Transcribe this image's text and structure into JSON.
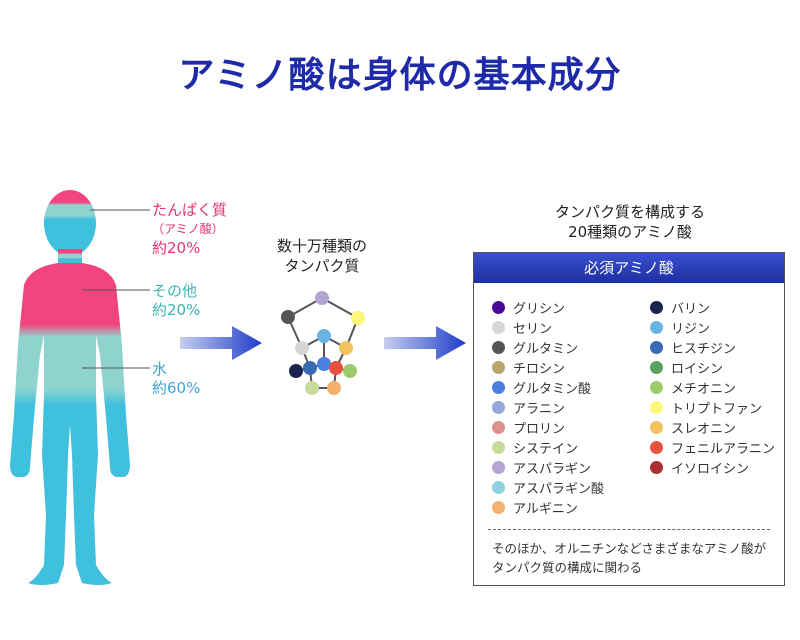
{
  "title": "アミノ酸は身体の基本成分",
  "colors": {
    "title": "#1e2aa8",
    "protein": "#e8326e",
    "other": "#3cb6b4",
    "water": "#3aa6d8",
    "arrow": "#1e3cc8",
    "body_top": "#f2447e",
    "body_mid": "#8fd3cf",
    "body_bottom": "#3fc0dc"
  },
  "body_labels": {
    "protein": {
      "name": "たんぱく質",
      "sub": "（アミノ酸）",
      "pct": "約20%"
    },
    "other": {
      "name": "その他",
      "pct": "約20%"
    },
    "water": {
      "name": "水",
      "pct": "約60%"
    }
  },
  "middle": {
    "line1": "数十万種類の",
    "line2": "タンパク質"
  },
  "right_heading": {
    "line1": "タンパク質を構成する",
    "line2": "20種類のアミノ酸"
  },
  "panel": {
    "header": "必須アミノ酸",
    "left_column": [
      {
        "name": "グリシン",
        "color": "#4a0a96"
      },
      {
        "name": "セリン",
        "color": "#d6d6d6"
      },
      {
        "name": "グルタミン",
        "color": "#555555"
      },
      {
        "name": "チロシン",
        "color": "#b9a46a"
      },
      {
        "name": "グルタミン酸",
        "color": "#4a7fe0"
      },
      {
        "name": "アラニン",
        "color": "#94a8dc"
      },
      {
        "name": "プロリン",
        "color": "#e0908a"
      },
      {
        "name": "システイン",
        "color": "#c8dc9a"
      },
      {
        "name": "アスパラギン",
        "color": "#b4a4d4"
      },
      {
        "name": "アスパラギン酸",
        "color": "#8ed0e0"
      },
      {
        "name": "アルギニン",
        "color": "#f4b06e"
      }
    ],
    "right_column": [
      {
        "name": "バリン",
        "color": "#1a2450"
      },
      {
        "name": "リジン",
        "color": "#6ab4e4"
      },
      {
        "name": "ヒスチジン",
        "color": "#3a6ab4"
      },
      {
        "name": "ロイシン",
        "color": "#5aa060"
      },
      {
        "name": "メチオニン",
        "color": "#9ccc6a"
      },
      {
        "name": "トリプトファン",
        "color": "#fcf67a"
      },
      {
        "name": "スレオニン",
        "color": "#f2c260"
      },
      {
        "name": "フェニルアラニン",
        "color": "#ea5040"
      },
      {
        "name": "イソロイシン",
        "color": "#a83034"
      }
    ],
    "note": "そのほか、オルニチンなどさまざまなアミノ酸がタンパク質の構成に関わる"
  }
}
